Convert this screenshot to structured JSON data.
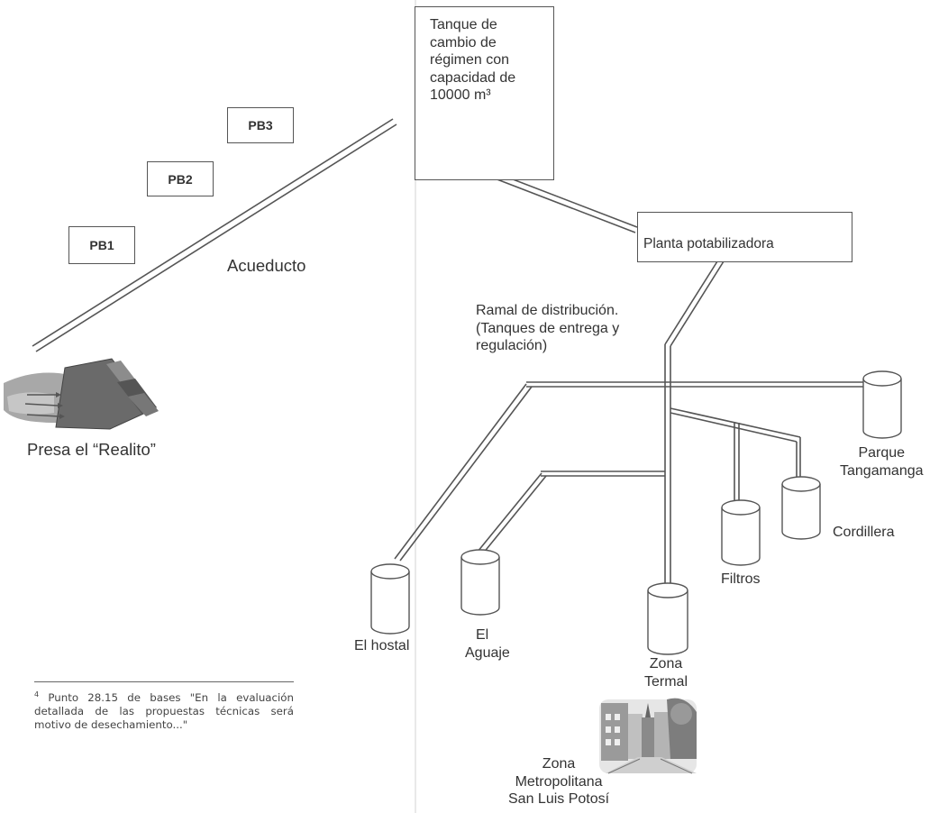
{
  "stations": {
    "pb1": "PB1",
    "pb2": "PB2",
    "pb3": "PB3"
  },
  "tank": {
    "line1": "Tanque de",
    "line2": "cambio de",
    "line3": "régimen con",
    "line4": "capacidad de",
    "line5": "10000 m³"
  },
  "plant_label": "Planta potabilizadora",
  "aqueduct_label": "Acueducto",
  "dam_label": "Presa el “Realito”",
  "branch": {
    "line1": "Ramal de distribución.",
    "line2": "(Tanques de entrega y",
    "line3": "regulación)"
  },
  "deliveries": {
    "el_hostal": "El hostal",
    "el_aguaje_1": "El",
    "el_aguaje_2": "Aguaje",
    "zona_termal_1": "Zona",
    "zona_termal_2": "Termal",
    "filtros": "Filtros",
    "cordillera": "Cordillera",
    "parque_1": "Parque",
    "parque_2": "Tangamanga"
  },
  "metro": {
    "line1": "Zona",
    "line2": "Metropolitana",
    "line3": "San Luis Potosí"
  },
  "footnote": {
    "number": "4",
    "text": " Punto 28.15 de bases \"En la evaluación detallada de las propuestas técnicas será motivo de desechamiento...\""
  }
}
